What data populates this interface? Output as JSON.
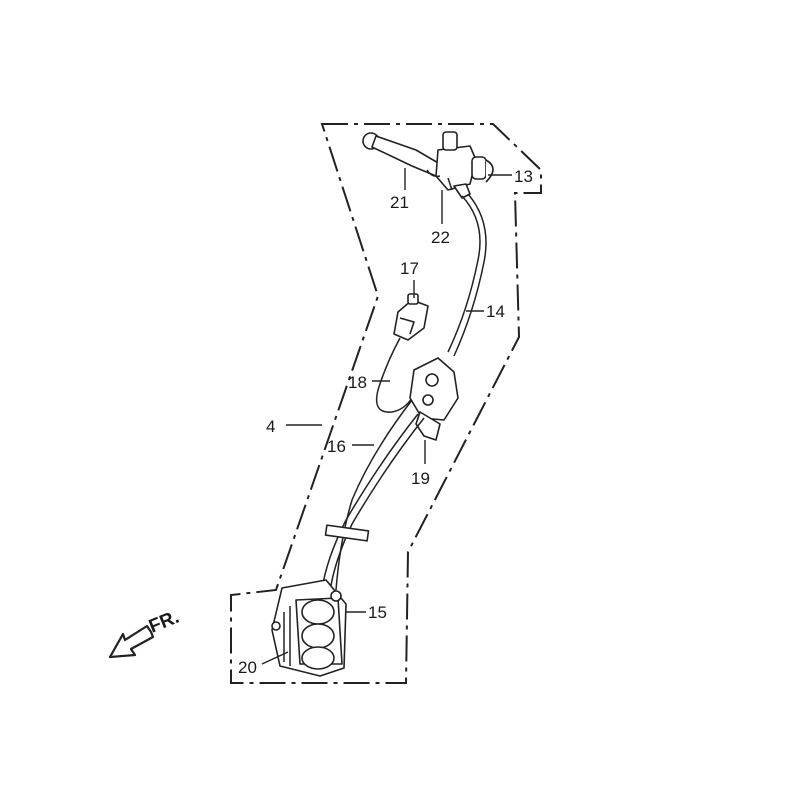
{
  "front_indicator": {
    "label": "FR.",
    "icon": "arrow-down-left-icon"
  },
  "callouts": [
    {
      "id": "13",
      "label": "13"
    },
    {
      "id": "21",
      "label": "21"
    },
    {
      "id": "22",
      "label": "22"
    },
    {
      "id": "17",
      "label": "17"
    },
    {
      "id": "14",
      "label": "14"
    },
    {
      "id": "18",
      "label": "18"
    },
    {
      "id": "4",
      "label": "4"
    },
    {
      "id": "16",
      "label": "16"
    },
    {
      "id": "19",
      "label": "19"
    },
    {
      "id": "15",
      "label": "15"
    },
    {
      "id": "20",
      "label": "20"
    }
  ]
}
